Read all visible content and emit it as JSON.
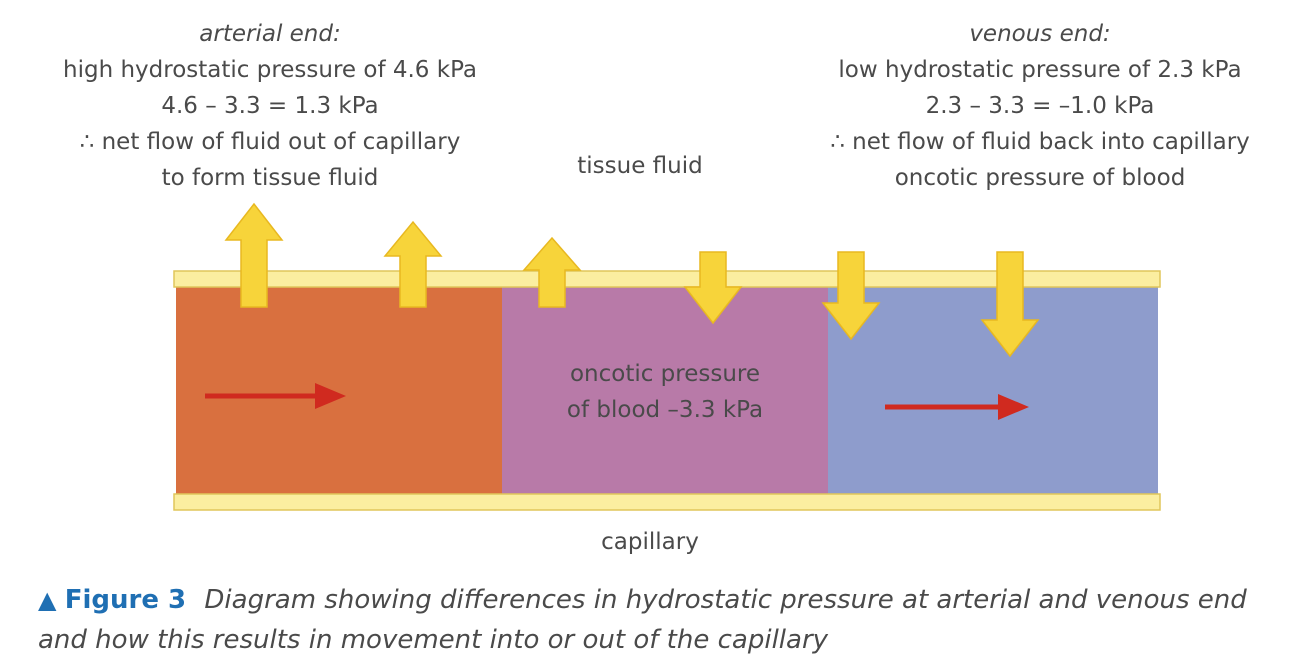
{
  "arterial": {
    "heading": "arterial end:",
    "lines": [
      "high hydrostatic pressure of 4.6 kPa",
      "4.6 – 3.3 = 1.3 kPa",
      "∴ net flow of fluid out of capillary",
      "to form tissue fluid"
    ]
  },
  "venous": {
    "heading": "venous end:",
    "lines": [
      "low hydrostatic pressure of 2.3 kPa",
      "2.3 – 3.3 = –1.0 kPa",
      "∴ net flow of fluid back into capillary",
      "oncotic pressure of blood"
    ]
  },
  "tissue_fluid": "tissue fluid",
  "oncotic": {
    "line1": "oncotic pressure",
    "line2": "of blood –3.3 kPa"
  },
  "capillary": "capillary",
  "caption": {
    "figure": "Figure 3",
    "text": "Diagram showing differences in hydrostatic pressure at arterial and venous end and how this results in movement into or out of the capillary"
  },
  "colors": {
    "arterial_section": "#d9703f",
    "middle_section": "#b87aa8",
    "venous_section": "#8e9ccc",
    "wall": "#fbeea0",
    "wall_border": "#e0c65a",
    "arrow_fill": "#f7d43a",
    "arrow_stroke": "#e8b820",
    "flow_arrow": "#d02a1f",
    "caption_accent": "#1f6fb3"
  }
}
